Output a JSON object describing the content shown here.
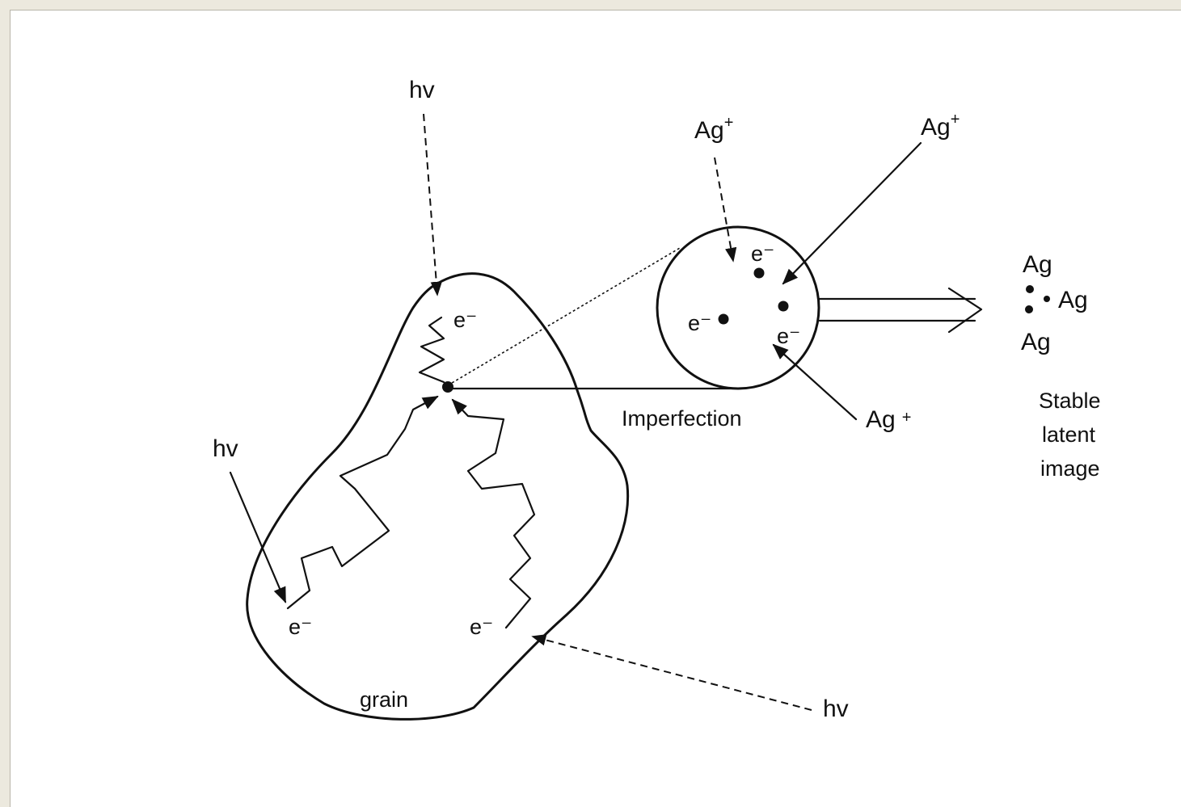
{
  "labels": {
    "hv_top": "hv",
    "hv_left": "hv",
    "hv_bottom": "hv",
    "e_minus": "e⁻",
    "grain": "grain",
    "imperfection": "Imperfection",
    "ag_plus": "Ag",
    "plus": "+",
    "ag": "Ag",
    "stable_latent_image": [
      "Stable",
      "latent",
      "image"
    ]
  }
}
